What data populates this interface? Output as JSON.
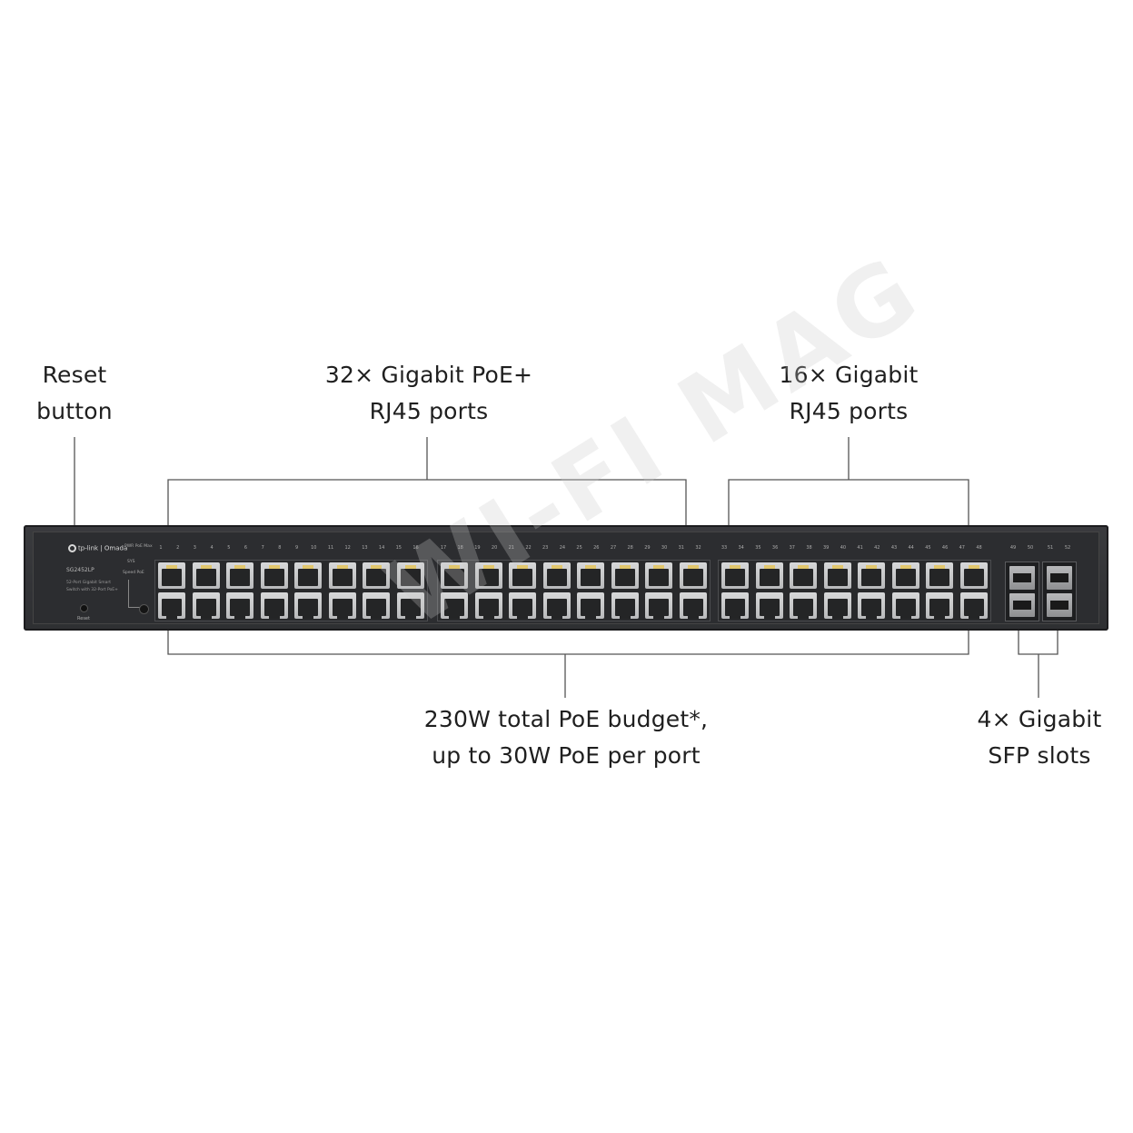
{
  "callouts": {
    "reset": {
      "line1": "Reset",
      "line2": "button"
    },
    "poe_ports": {
      "line1": "32× Gigabit PoE+",
      "line2": "RJ45 ports"
    },
    "gigabit_ports": {
      "line1": "16× Gigabit",
      "line2": "RJ45 ports"
    },
    "poe_budget": {
      "line1": "230W total PoE budget*,",
      "line2": "up to 30W PoE per port"
    },
    "sfp": {
      "line1": "4× Gigabit",
      "line2": "SFP slots"
    }
  },
  "device": {
    "brand": "tp-link | Omada",
    "model": "SG2452LP",
    "desc_line1": "52-Port Gigabit Smart",
    "desc_line2": "Switch with 32-Port PoE+",
    "led_pwr": "PWR  PoE Max",
    "led_sys": "SYS",
    "led_mode": "Speed   PoE",
    "reset_label": "Reset",
    "sfp_numbers": [
      "49",
      "50",
      "51",
      "52"
    ]
  },
  "watermark": "WI-FI MAG",
  "colors": {
    "background": "#ffffff",
    "chassis": "#34353a",
    "port_led": "#e6c24a",
    "line": "#555555"
  }
}
